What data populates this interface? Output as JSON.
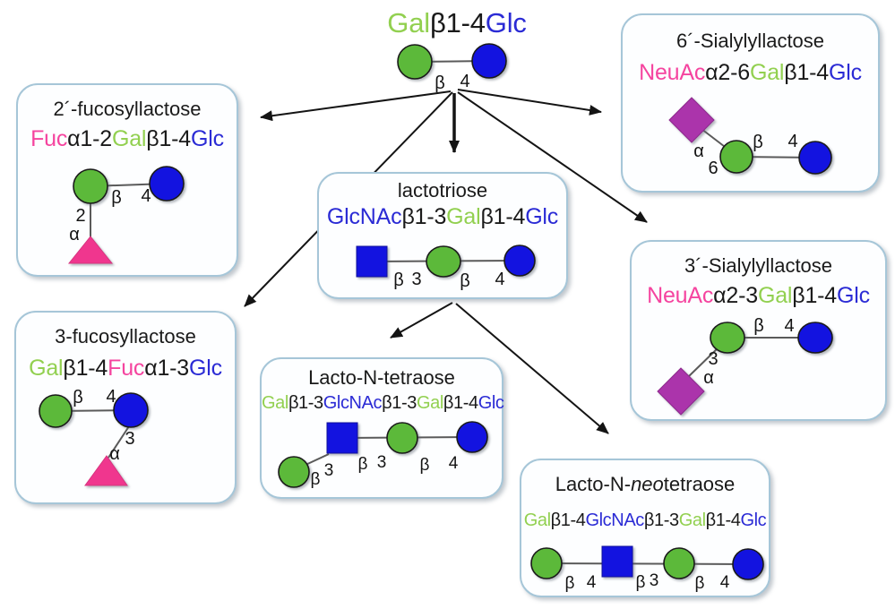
{
  "colors": {
    "gal": "#92d050",
    "glc": "#2b2bd5",
    "fuc": "#f5449f",
    "ink": "#1a1a1a",
    "shape_green": "#5cb93a",
    "shape_blue": "#1313e0",
    "shape_purple": "#ab34ab",
    "shape_pink": "#f0368e"
  },
  "root": {
    "formula": [
      {
        "text": "Gal",
        "color": "gal"
      },
      {
        "text": "β1-4",
        "color": "ink"
      },
      {
        "text": "Glc",
        "color": "glc"
      }
    ],
    "labels": [
      "β",
      "4"
    ]
  },
  "boxes": {
    "fl2": {
      "title": "2´-fucosyllactose",
      "formula": [
        {
          "text": "Fuc",
          "color": "fuc"
        },
        {
          "text": "α1-2",
          "color": "ink"
        },
        {
          "text": "Gal",
          "color": "gal"
        },
        {
          "text": "β1-4",
          "color": "ink"
        },
        {
          "text": "Glc",
          "color": "glc"
        }
      ],
      "labels": [
        "β",
        "4",
        "2",
        "α"
      ]
    },
    "sl6": {
      "title": "6´-Sialylyllactose",
      "formula": [
        {
          "text": "NeuAc",
          "color": "fuc"
        },
        {
          "text": "α2-6",
          "color": "ink"
        },
        {
          "text": "Gal",
          "color": "gal"
        },
        {
          "text": "β1-4",
          "color": "ink"
        },
        {
          "text": "Glc",
          "color": "glc"
        }
      ],
      "labels": [
        "α",
        "6",
        "β",
        "4"
      ]
    },
    "lactotriose": {
      "title": "lactotriose",
      "formula": [
        {
          "text": "GlcNAc",
          "color": "glc"
        },
        {
          "text": "β1-3",
          "color": "ink"
        },
        {
          "text": "Gal",
          "color": "gal"
        },
        {
          "text": "β1-4",
          "color": "ink"
        },
        {
          "text": "Glc",
          "color": "glc"
        }
      ],
      "labels": [
        "β",
        "3",
        "β",
        "4"
      ]
    },
    "sl3": {
      "title": "3´-Sialylyllactose",
      "formula": [
        {
          "text": "NeuAc",
          "color": "fuc"
        },
        {
          "text": "α2-3",
          "color": "ink"
        },
        {
          "text": "Gal",
          "color": "gal"
        },
        {
          "text": "β1-4",
          "color": "ink"
        },
        {
          "text": "Glc",
          "color": "glc"
        }
      ],
      "labels": [
        "β",
        "4",
        "3",
        "α"
      ]
    },
    "fl3": {
      "title": "3-fucosyllactose",
      "formula": [
        {
          "text": "Gal",
          "color": "gal"
        },
        {
          "text": "β1-4",
          "color": "ink"
        },
        {
          "text": "Fuc",
          "color": "fuc"
        },
        {
          "text": "α1-3",
          "color": "ink"
        },
        {
          "text": "Glc",
          "color": "glc"
        }
      ],
      "labels": [
        "β",
        "4",
        "3",
        "α"
      ]
    },
    "lnt": {
      "title": "Lacto-N-tetraose",
      "formula": [
        {
          "text": "Gal",
          "color": "gal"
        },
        {
          "text": "β1-3",
          "color": "ink"
        },
        {
          "text": "GlcNAc",
          "color": "glc"
        },
        {
          "text": "β1-3",
          "color": "ink"
        },
        {
          "text": "Gal",
          "color": "gal"
        },
        {
          "text": "β1-4",
          "color": "ink"
        },
        {
          "text": "Glc",
          "color": "glc"
        }
      ],
      "labels": [
        "β",
        "3",
        "β",
        "3",
        "β",
        "4"
      ]
    },
    "lnnt": {
      "title_segments": [
        {
          "text": "Lacto-N-"
        },
        {
          "text": "neo"
        },
        {
          "text": "tetraose"
        }
      ],
      "formula": [
        {
          "text": "Gal",
          "color": "gal"
        },
        {
          "text": "β1-4",
          "color": "ink"
        },
        {
          "text": "GlcNAc",
          "color": "glc"
        },
        {
          "text": "β1-3",
          "color": "ink"
        },
        {
          "text": "Gal",
          "color": "gal"
        },
        {
          "text": "β1-4",
          "color": "ink"
        },
        {
          "text": "Glc",
          "color": "glc"
        }
      ],
      "labels": [
        "β",
        "4",
        "β",
        "3",
        "β",
        "4"
      ]
    }
  }
}
